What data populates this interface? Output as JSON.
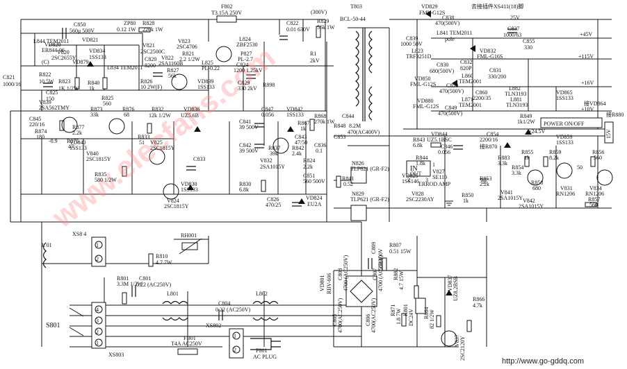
{
  "labels": {
    "f802": "F802",
    "f802_val": "T3.15A 250V",
    "sig_300v": "(300V)",
    "t803": "T803",
    "t803_val": "BCL-50-44",
    "top_note": "去接插件XS411(18)脚",
    "vd829": "VD829",
    "vd829_val": "FML-G12S",
    "c838": "C838",
    "c838_val": "470(500V)",
    "l841": "L841 TEM2011",
    "pole": "pole",
    "c839": "C839",
    "c839_val": "1000 50V",
    "v25": "25V",
    "c837": "C837",
    "c837_val": "1000/63",
    "c855": "C855",
    "c855_val": "330",
    "p45v": "+45V",
    "p115v": "+115V",
    "c850": "C850",
    "c850_val": "560μ 500V",
    "zp80": "ZP80",
    "zp80_val": "0.12 1W",
    "r828": "R828",
    "r828_val": "220k 1W",
    "l844": "L844 TEM2011",
    "vd820": "VD820",
    "vd820_val": "ER844-06",
    "vd821": "VD821",
    "v821": "V821",
    "v821_val": "2SC2500C",
    "v823": "V823",
    "v823_val": "2SC4706",
    "l824": "L824",
    "l824_val": "ZBF2530",
    "c822": "C822",
    "c822_val": "0.01 630V",
    "r829": "R829",
    "r829_val": "56k 1W",
    "v820": "V820",
    "v820_val": "2SC2655Y",
    "vd834": "VD834",
    "vd834_val": "1SS133",
    "vd879": "VD879",
    "r821": "R821",
    "r821_val": "2.2 1/2W",
    "p827": "P827",
    "pl27": "PL-2.7",
    "c824": "C824",
    "c824_val": "1200 1.25kV",
    "r1": "R1",
    "r1_val": "2kV",
    "c821": "C821",
    "c821_val": "1000/16",
    "c_mark": "(C)",
    "r822": "R822",
    "r822_val": "10 5W",
    "l834": "L834 TEM2011",
    "c820": "C820",
    "c820_val": "8200",
    "v822": "V822",
    "v822_val": "2SA1160B",
    "l825": "L825",
    "l825_val": "PL-0.22",
    "c829": "C829",
    "c829_val": "330 2kV",
    "r898": "R898",
    "r823": "R823",
    "r823_val": "1K 1/2W",
    "r840": "R840",
    "r840_val": "1k",
    "c825": "C825",
    "c825_val": "150",
    "r825": "R825",
    "r825_val": "560",
    "r826": "R826",
    "r826_val": "10 2W(F)",
    "r827": "R827",
    "r827_val": "56k",
    "vd839": "VD839",
    "vd839_val": "1SS133",
    "v839": "V839",
    "v839_val": "2SA562TMY",
    "r873": "R873",
    "r873_val": "33k",
    "r876": "R876",
    "r876_val": "68",
    "r832": "R832",
    "r832_val": "12k 1/2W",
    "vd836": "VD836",
    "vd836_val": "UZ5.6B",
    "c847": "C847",
    "c847_val": "0.056",
    "vd842": "VD842",
    "vd842_val": "1SS133",
    "r868": "R868",
    "r868_val": "270k 1W",
    "r867": "R867",
    "r867_val": "1k",
    "c845": "C845",
    "c845_val": "220/16",
    "r874": "R874",
    "r874_val": "180",
    "neg09": "-0.9",
    "r877": "R877",
    "r877_val": "2.2k",
    "r875": "R875",
    "r875_val": "47",
    "vd840": "VD840",
    "vd840_val": "1SS133",
    "r833": "R833",
    "r833_val": "51",
    "c841": "C841",
    "c841_val": "39 500V",
    "c842": "C842",
    "c842_val": "39 500V",
    "c843": "C843",
    "c843_val": "47/50",
    "r837": "R837",
    "r837_val": "39k",
    "r842": "R842",
    "r842_val": "2.4k",
    "c836": "C836",
    "c836_val": "0.1",
    "r848": "R848",
    "r848_val": "8.2M",
    "c844": "C844",
    "c844_val": "470(AC400V)",
    "c853": "C853",
    "v840": "V840",
    "v840_val": "2SC1815Y",
    "v825": "V825",
    "v825_val": "2SC1815Y",
    "v832": "V832",
    "v832_val": "2SA1015Y",
    "r824": "R824",
    "r824_val": "2.2k",
    "r835": "R835",
    "r835_val": "580 1/2W",
    "c833": "C833",
    "vd830": "VD830",
    "vd830_val": "1SS133",
    "r830": "R830",
    "r830_val": "6.8k",
    "c851": "C851",
    "c851_val": "560 500V",
    "r841": "R841",
    "r841_val": "0.52",
    "v824": "V824",
    "v824_val": "2SC1815Y",
    "c826": "C826",
    "c826_val": "470/25",
    "vd824": "VD824",
    "vd824_val": "EU2A",
    "l823": "L823",
    "l823_val": "TRF3251D",
    "vd832": "VD832",
    "vd832_val": "FML-G16S",
    "c830": "C830",
    "c830_val": "680(500V)",
    "c832": "C832",
    "c832_val": "820P",
    "c831": "C831",
    "c831_val": "330/200",
    "l860": "L860",
    "l860_val": "TEM2001",
    "vd850": "VD850",
    "vd850_val": "FML-G12S",
    "c850b": "C850",
    "c850b_val": "470(500V)",
    "c860": "C860",
    "c860_val": "2200/35",
    "l882": "L882",
    "l882_val": "TLN3193",
    "p16v": "+16V",
    "vd865": "VD865",
    "vd865_val": "1SS133",
    "l881": "L881",
    "l881_val": "TLN3193",
    "to_vd864": "接VD864",
    "vd880": "VD880",
    "vd880_val": "FML-G12S",
    "l871": "L871",
    "l871_val": "TEM2001",
    "c849": "C849",
    "c849_val": "470(500V)",
    "p10v": "+10V",
    "to_r880": "接R880",
    "r849": "R849",
    "r849_val": "1k1/2W",
    "power_onoff": "POWER ON/OFF",
    "v15": "15V",
    "p245v": "+24.5V",
    "vd844": "VD844",
    "vd844_val": "UZ5.1BSC",
    "c854": "C854",
    "c854_val": "2200/16",
    "to_r870": "接R870",
    "vd859": "VD859",
    "vd859_val": "1SS133",
    "r843": "R843",
    "r843_val": "6.8k",
    "c846": "C846",
    "c846_val": "0.056",
    "r855": "R855",
    "r855_val": "1k",
    "r859": "R859",
    "r859_val": "8.2k",
    "r856": "R856",
    "r856_val": "560",
    "r844": "R844",
    "r844_val": "1.8k",
    "r883": "R883",
    "r883_val": "3.3k",
    "ic_in": "IN",
    "ic_out": "OUT",
    "n826": "N826",
    "n826_val": "TLP621 (GR-F2)",
    "vd825": "VD825",
    "vd825_val": "1SS146",
    "v827": "V827",
    "v827_val": "SE110",
    "errod_amp": "ERROD AMP",
    "r854": "R854",
    "r854_val": "3.3k",
    "r853": "R853",
    "r853_val": "2.2k",
    "v841": "V841",
    "v841_val": "2SA1015Y",
    "v842": "V842",
    "v842_val": "2SA1015Y",
    "r858": "R858",
    "r858_val": "680",
    "v831": "V831",
    "v831_val": "RN1206",
    "v834": "V834",
    "v834_val": "RN1206",
    "r857": "R857",
    "r857_val": "560",
    "fifty": "50",
    "n829": "N829",
    "n829_val": "TLP621 (GR-F2)",
    "v828": "V828",
    "v828_val": "2SC2230AY",
    "r850": "R850",
    "r850_val": "1k",
    "pin1": "1",
    "pin2": "2",
    "pin3": "3",
    "l801x": "L 01",
    "xs804": "XS8 4",
    "rh001": "RH001",
    "r810": "R810",
    "r810_val": "4.7 7W",
    "c809": "C809",
    "c809_val": "560 400V",
    "r807": "R807",
    "r807_val": "0.51 15W",
    "r801": "R801",
    "r801_val": "3.3M 1/2W",
    "c801": "C801",
    "c801_val": "0.22 (AC250V)",
    "l801": "L801",
    "c804": "C804",
    "c804_val": "0.22 (AC250V)",
    "l802": "L802",
    "c808": "C808",
    "c808_val": "4700 (AC250V)",
    "c807": "C807",
    "c807_val": "4700 (AC250V)",
    "r882": "R882",
    "r882_val": "4.7 15W",
    "vd801": "VD801",
    "vd801_val": "RBV-606",
    "c805": "C805",
    "c805_val": "4700(AC250V)",
    "c806": "C806",
    "c806_val": "4700(AC250V)",
    "r871": "R871",
    "r871_val": "1.8 7W",
    "k801": "K801",
    "k801_val": "DC24V",
    "r864": "R864",
    "r864_val": "82 1/2W",
    "vd837": "VD837",
    "vd837_val": "UZ8.2BSB",
    "r866": "R866",
    "r866_val": "4.7k",
    "s801": "S801",
    "xs802": "XS802",
    "fb01": "FB01",
    "fb01_val": "T4A AC250V",
    "xs803": "XS803",
    "p801": "P801",
    "ac_plug": "AC PLUG",
    "v837": "V837",
    "v837_val": "2SC2120Y",
    "c4": "4",
    "c3": "3",
    "c2": "2",
    "c1": "1",
    "x1": "1",
    "x2": "2",
    "x1b": "1",
    "x2b": "2",
    "wm": "www.elecfans.com",
    "source_url": "http://www.go-gddq.com"
  }
}
